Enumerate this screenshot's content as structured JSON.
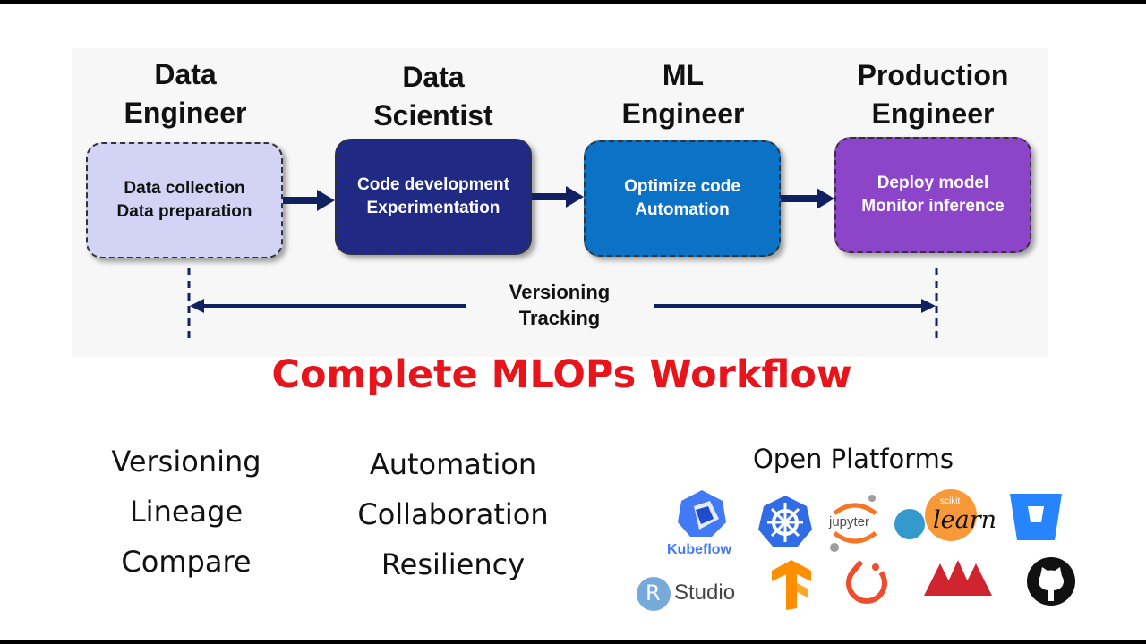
{
  "roles": [
    {
      "label": "Data\nEngineer"
    },
    {
      "label": "Data\nScientist"
    },
    {
      "label": "ML\nEngineer"
    },
    {
      "label": "Production\nEngineer"
    }
  ],
  "stages": [
    {
      "text": "Data collection\nData preparation",
      "fill": "#d3d3f5",
      "text_color": "#111111"
    },
    {
      "text": "Code development\nExperimentation",
      "fill": "#202a85",
      "text_color": "#ffffff"
    },
    {
      "text": "Optimize code\nAutomation",
      "fill": "#0b72c6",
      "text_color": "#ffffff"
    },
    {
      "text": "Deploy model\nMonitor inference",
      "fill": "#8c45c8",
      "text_color": "#ffffff"
    }
  ],
  "tracking": {
    "text": "Versioning\nTracking"
  },
  "title": "Complete MLOPs Workflow",
  "features": {
    "col1": [
      "Versioning",
      "Lineage",
      "Compare"
    ],
    "col2": [
      "Automation",
      "Collaboration",
      "Resiliency"
    ]
  },
  "platforms": {
    "title": "Open Platforms",
    "kubeflow_label": "Kubeflow",
    "jupyter_label": "jupyter",
    "sklearn_label": "learn",
    "sklearn_small": "scikit",
    "rstudio_r": "R",
    "rstudio_label": "Studio"
  },
  "colors": {
    "arrow": "#0f2160",
    "title_red": "#e8141b",
    "kubeflow": "#4279f4",
    "kubernetes": "#326ce5",
    "jupyter_orange": "#f37726",
    "sklearn_blue": "#3499cd",
    "sklearn_orange": "#f89939",
    "bitbucket": "#2684ff",
    "tensorflow": "#ff8f00",
    "pytorch": "#ee4c2c",
    "mlflow_red": "#d0252f",
    "github": "#111111"
  }
}
